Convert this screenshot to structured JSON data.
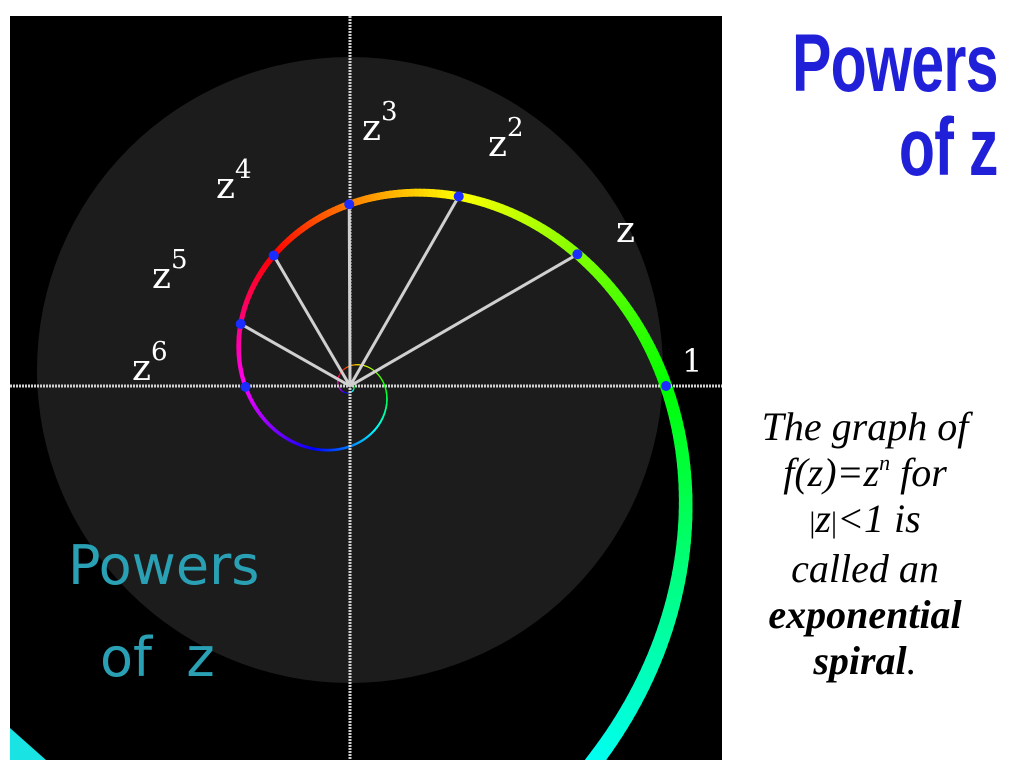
{
  "title": {
    "line1": "Powers",
    "line2": "of z"
  },
  "caption": {
    "line1": "The graph of",
    "line2_pre": "f(z)=z",
    "line2_sup": "n",
    "line2_post": " for",
    "line3_bar1": "|",
    "line3_z": "z",
    "line3_bar2": "|",
    "line3_rest": "<1 is",
    "line4": "called an",
    "line5": "exponential",
    "line6_bold": "spiral",
    "line6_tail": "."
  },
  "figure": {
    "watermark_line1": "Powers",
    "watermark_line2": "of  z",
    "point_labels": [
      {
        "base": "z",
        "exp": ""
      },
      {
        "base": "z",
        "exp": "2"
      },
      {
        "base": "z",
        "exp": "3"
      },
      {
        "base": "z",
        "exp": "4"
      },
      {
        "base": "z",
        "exp": "5"
      },
      {
        "base": "z",
        "exp": "6"
      }
    ],
    "one_label": "1",
    "colors": {
      "background": "#000000",
      "disc": "#1c1c1c",
      "axes": "#cfcfcf",
      "points": "#1a2cff",
      "title": "#2020d8",
      "watermark": "#2aa0b4"
    }
  }
}
